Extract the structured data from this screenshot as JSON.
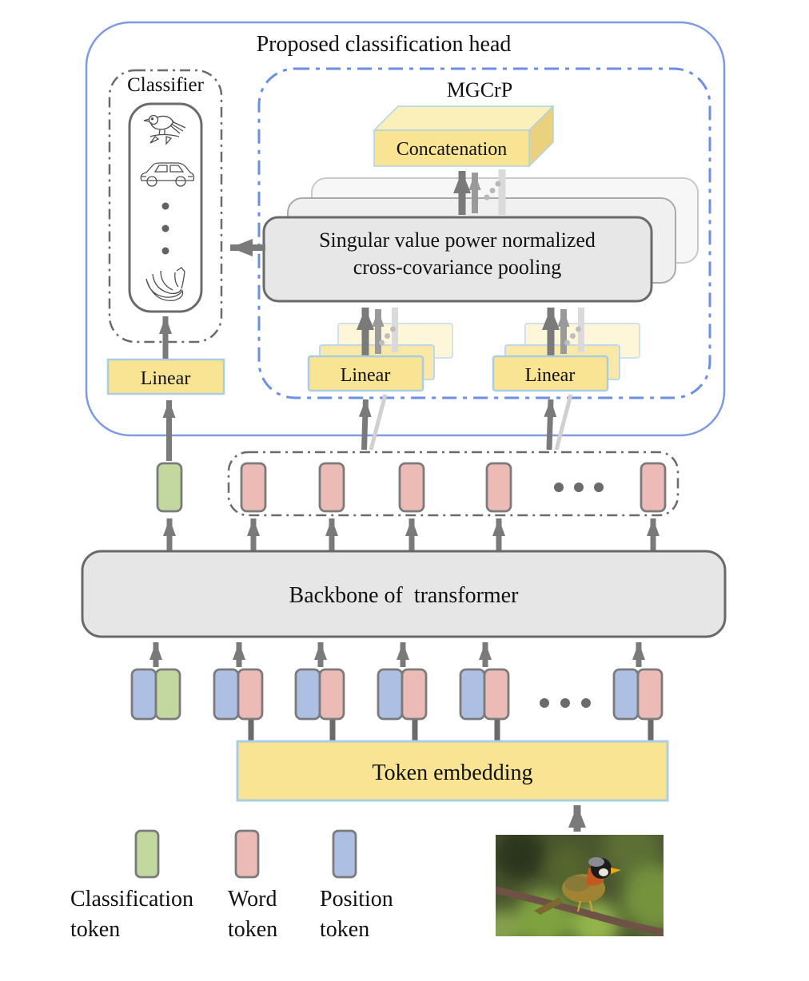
{
  "figure": {
    "title": "Proposed classification head",
    "classifier": {
      "label": "Classifier",
      "icons": [
        "bird-sketch",
        "car-sketch",
        "ellipsis",
        "bananas-sketch"
      ]
    },
    "mgcrp": {
      "label": "MGCrP",
      "concatenation_label": "Concatenation",
      "pooling_line1": "Singular value power normalized",
      "pooling_line2": "cross-covariance pooling",
      "linear_left_label": "Linear",
      "linear_right_label": "Linear"
    },
    "classifier_linear_label": "Linear",
    "backbone_label": "Backbone of  transformer",
    "token_embedding_label": "Token embedding",
    "legend": {
      "classification": {
        "line1": "Classification",
        "line2": "token",
        "color": "#c3d89f"
      },
      "word": {
        "line1": "Word",
        "line2": "token",
        "color": "#edbbb6"
      },
      "position": {
        "line1": "Position",
        "line2": "token",
        "color": "#adbfe3"
      }
    },
    "colors": {
      "outer_border": "#7e9be2",
      "mgcrp_border": "#6c8ee3",
      "box_yellow": "#f8e493",
      "box_yellow_border": "#a9cde2",
      "box_gray": "#e7e7e7",
      "token_green": "#c3d89f",
      "token_pink": "#edbbb6",
      "token_blue": "#adbfe3",
      "arrow_dark": "#7a7a7a"
    }
  }
}
